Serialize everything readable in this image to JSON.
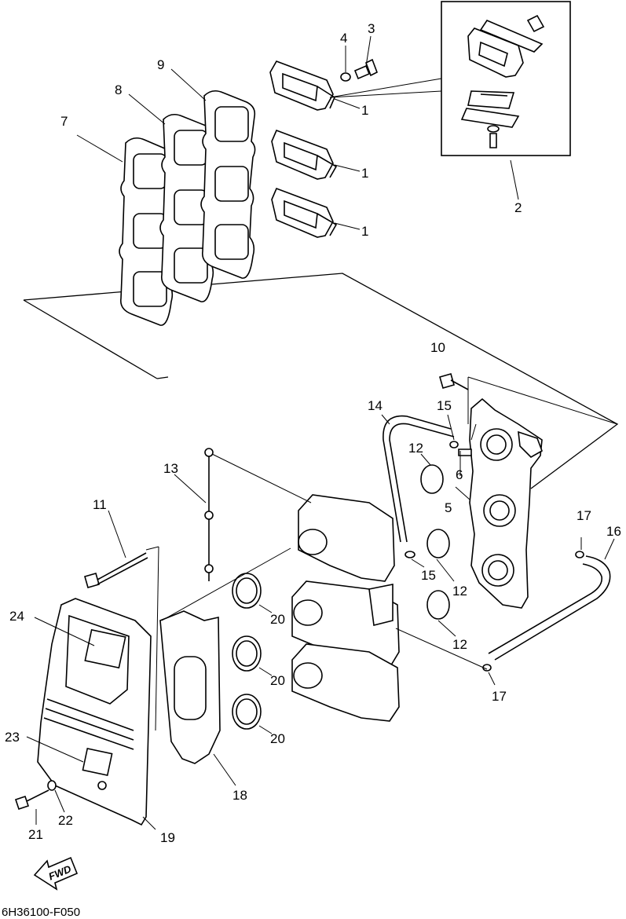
{
  "diagram": {
    "code": "6H36100-F050",
    "fwd_label": "FWD",
    "callouts": [
      {
        "id": "c1a",
        "text": "1"
      },
      {
        "id": "c1b",
        "text": "1"
      },
      {
        "id": "c1c",
        "text": "1"
      },
      {
        "id": "c2",
        "text": "2"
      },
      {
        "id": "c3",
        "text": "3"
      },
      {
        "id": "c4",
        "text": "4"
      },
      {
        "id": "c5",
        "text": "5"
      },
      {
        "id": "c6",
        "text": "6"
      },
      {
        "id": "c7",
        "text": "7"
      },
      {
        "id": "c8",
        "text": "8"
      },
      {
        "id": "c9",
        "text": "9"
      },
      {
        "id": "c10",
        "text": "10"
      },
      {
        "id": "c11",
        "text": "11"
      },
      {
        "id": "c12a",
        "text": "12"
      },
      {
        "id": "c12b",
        "text": "12"
      },
      {
        "id": "c12c",
        "text": "12"
      },
      {
        "id": "c13",
        "text": "13"
      },
      {
        "id": "c14",
        "text": "14"
      },
      {
        "id": "c15a",
        "text": "15"
      },
      {
        "id": "c15b",
        "text": "15"
      },
      {
        "id": "c16",
        "text": "16"
      },
      {
        "id": "c17a",
        "text": "17"
      },
      {
        "id": "c17b",
        "text": "17"
      },
      {
        "id": "c18",
        "text": "18"
      },
      {
        "id": "c19",
        "text": "19"
      },
      {
        "id": "c20a",
        "text": "20"
      },
      {
        "id": "c20b",
        "text": "20"
      },
      {
        "id": "c20c",
        "text": "20"
      },
      {
        "id": "c21",
        "text": "21"
      },
      {
        "id": "c22",
        "text": "22"
      },
      {
        "id": "c23",
        "text": "23"
      },
      {
        "id": "c24",
        "text": "24"
      }
    ]
  }
}
